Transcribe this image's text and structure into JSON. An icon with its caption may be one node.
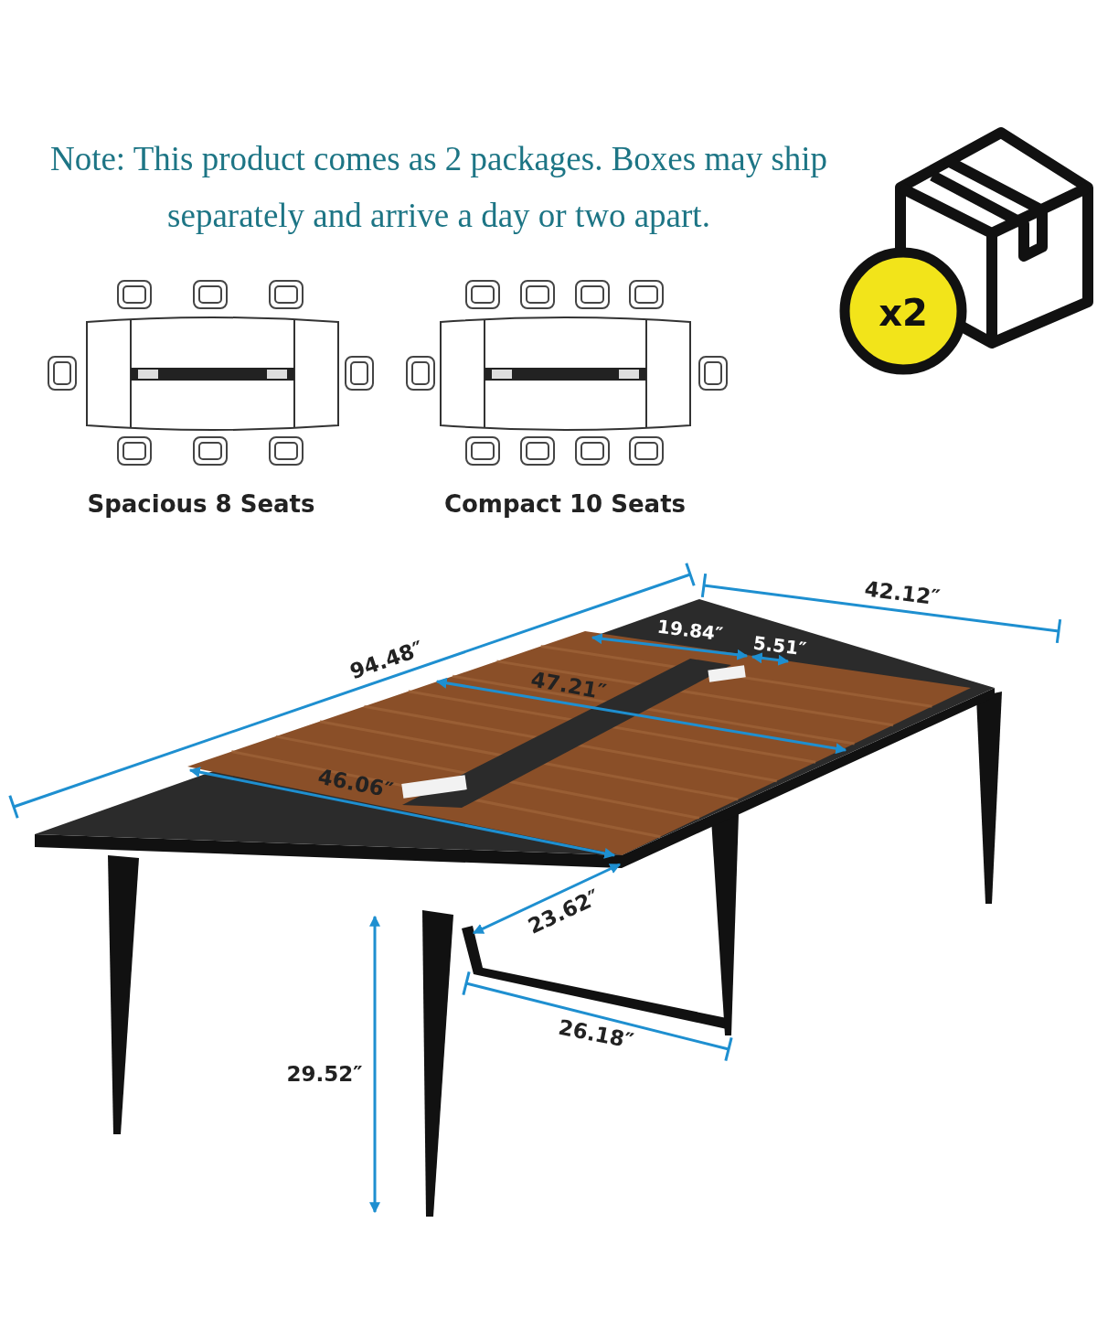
{
  "diagram": {
    "labels": [
      "Note: This product comes as 2 packages. Boxes may ship separately and arrive a day or two apart.",
      "x2",
      "Spacious 8 Seats",
      "Compact 10 Seats",
      "42.12″",
      "19.84″",
      "5.51″",
      "94.48″",
      "47.21″",
      "46.06″",
      "23.62″",
      "26.18″",
      "29.52″"
    ]
  }
}
